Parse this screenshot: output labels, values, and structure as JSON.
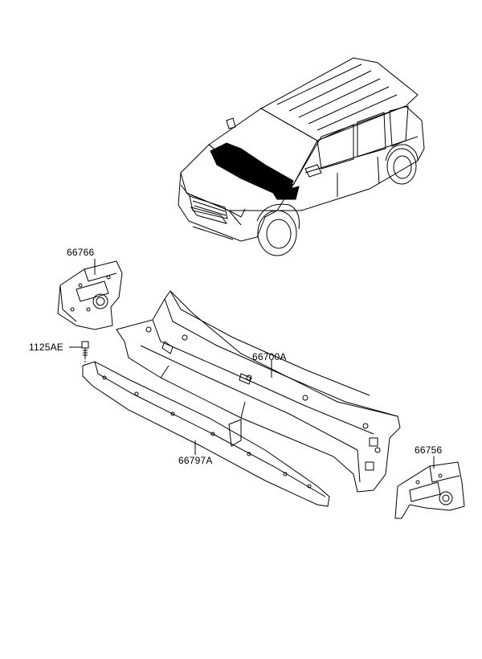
{
  "parts": [
    {
      "id": "66766"
    },
    {
      "id": "1125AE"
    },
    {
      "id": "66700A"
    },
    {
      "id": "66797A"
    },
    {
      "id": "66756"
    }
  ]
}
